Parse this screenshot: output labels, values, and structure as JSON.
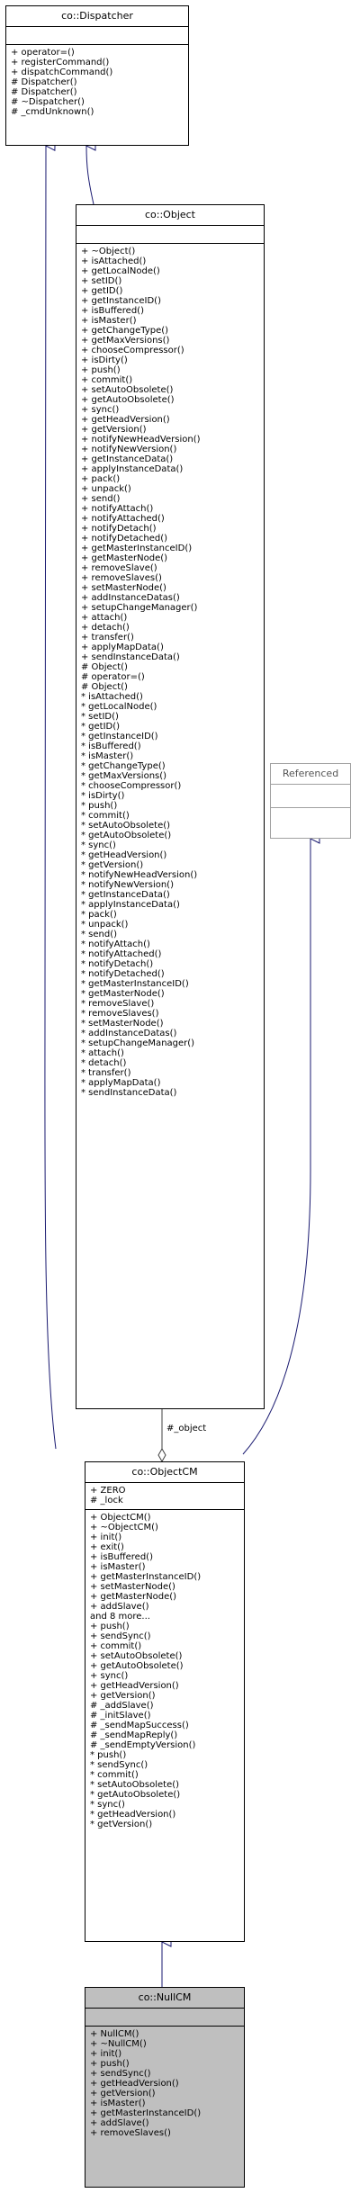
{
  "classes": {
    "dispatcher": {
      "name": "co::Dispatcher",
      "attributes": [],
      "operations": [
        "+ operator=()",
        "+ registerCommand()",
        "+ dispatchCommand()",
        "# Dispatcher()",
        "# Dispatcher()",
        "# ~Dispatcher()",
        "# _cmdUnknown()"
      ]
    },
    "object": {
      "name": "co::Object",
      "attributes": [],
      "operations": [
        "+ ~Object()",
        "+ isAttached()",
        "+ getLocalNode()",
        "+ setID()",
        "+ getID()",
        "+ getInstanceID()",
        "+ isBuffered()",
        "+ isMaster()",
        "+ getChangeType()",
        "+ getMaxVersions()",
        "+ chooseCompressor()",
        "+ isDirty()",
        "+ push()",
        "+ commit()",
        "+ setAutoObsolete()",
        "+ getAutoObsolete()",
        "+ sync()",
        "+ getHeadVersion()",
        "+ getVersion()",
        "+ notifyNewHeadVersion()",
        "+ notifyNewVersion()",
        "+ getInstanceData()",
        "+ applyInstanceData()",
        "+ pack()",
        "+ unpack()",
        "+ send()",
        "+ notifyAttach()",
        "+ notifyAttached()",
        "+ notifyDetach()",
        "+ notifyDetached()",
        "+ getMasterInstanceID()",
        "+ getMasterNode()",
        "+ removeSlave()",
        "+ removeSlaves()",
        "+ setMasterNode()",
        "+ addInstanceDatas()",
        "+ setupChangeManager()",
        "+ attach()",
        "+ detach()",
        "+ transfer()",
        "+ applyMapData()",
        "+ sendInstanceData()",
        "# Object()",
        "# operator=()",
        "# Object()",
        "* isAttached()",
        "* getLocalNode()",
        "* setID()",
        "* getID()",
        "* getInstanceID()",
        "* isBuffered()",
        "* isMaster()",
        "* getChangeType()",
        "* getMaxVersions()",
        "* chooseCompressor()",
        "* isDirty()",
        "* push()",
        "* commit()",
        "* setAutoObsolete()",
        "* getAutoObsolete()",
        "* sync()",
        "* getHeadVersion()",
        "* getVersion()",
        "* notifyNewHeadVersion()",
        "* notifyNewVersion()",
        "* getInstanceData()",
        "* applyInstanceData()",
        "* pack()",
        "* unpack()",
        "* send()",
        "* notifyAttach()",
        "* notifyAttached()",
        "* notifyDetach()",
        "* notifyDetached()",
        "* getMasterInstanceID()",
        "* getMasterNode()",
        "* removeSlave()",
        "* removeSlaves()",
        "* setMasterNode()",
        "* addInstanceDatas()",
        "* setupChangeManager()",
        "* attach()",
        "* detach()",
        "* transfer()",
        "* applyMapData()",
        "* sendInstanceData()"
      ]
    },
    "referenced": {
      "name": "Referenced",
      "attributes": [],
      "operations": []
    },
    "objectcm": {
      "name": "co::ObjectCM",
      "attributes": [
        "+ ZERO",
        "# _lock"
      ],
      "operations": [
        "+ ObjectCM()",
        "+ ~ObjectCM()",
        "+ init()",
        "+ exit()",
        "+ isBuffered()",
        "+ isMaster()",
        "+ getMasterInstanceID()",
        "+ setMasterNode()",
        "+ getMasterNode()",
        "+ addSlave()",
        "and 8 more...",
        "+ push()",
        "+ sendSync()",
        "+ commit()",
        "+ setAutoObsolete()",
        "+ getAutoObsolete()",
        "+ sync()",
        "+ getHeadVersion()",
        "+ getVersion()",
        "# _addSlave()",
        "# _initSlave()",
        "# _sendMapSuccess()",
        "# _sendMapReply()",
        "# _sendEmptyVersion()",
        "* push()",
        "* sendSync()",
        "* commit()",
        "* setAutoObsolete()",
        "* getAutoObsolete()",
        "* sync()",
        "* getHeadVersion()",
        "* getVersion()"
      ]
    },
    "nullcm": {
      "name": "co::NullCM",
      "attributes": [],
      "operations": [
        "+ NullCM()",
        "+ ~NullCM()",
        "+ init()",
        "+ push()",
        "+ sendSync()",
        "+ getHeadVersion()",
        "+ getVersion()",
        "+ isMaster()",
        "+ getMasterInstanceID()",
        "+ addSlave()",
        "+ removeSlaves()"
      ]
    }
  },
  "relations": {
    "object_label": "#_object"
  },
  "colors": {
    "inheritance": "#191970",
    "composition": "#404040",
    "highlight_fill": "#bfbfbf"
  }
}
